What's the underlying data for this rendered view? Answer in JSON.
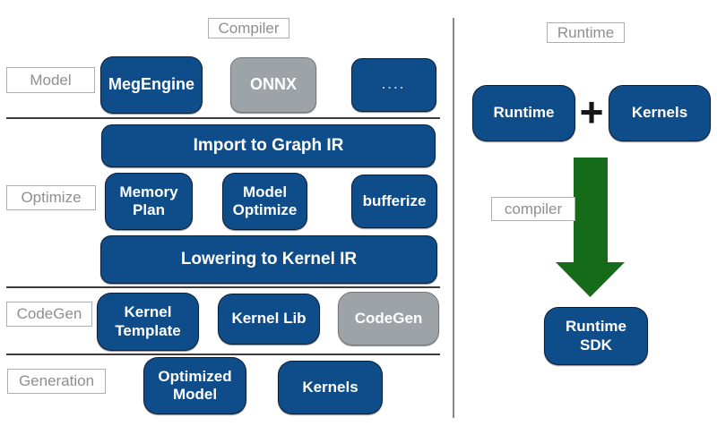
{
  "colors": {
    "box_blue": "#0f4d8a",
    "box_gray": "#9ea3a8",
    "box_text": "#ffffff",
    "label_text": "#8f8f8f",
    "label_border": "#aeaeae",
    "separator": "#3c3c3c",
    "divider": "#8a8a8a",
    "arrow_green": "#156b19",
    "plus_color": "#161616",
    "dots_color": "#c3cbd6"
  },
  "compiler_panel": {
    "title": "Compiler",
    "row_labels": {
      "model": "Model",
      "optimize": "Optimize",
      "codegen": "CodeGen",
      "generation": "Generation"
    },
    "boxes": {
      "megengine": "MegEngine",
      "onnx": "ONNX",
      "more": "....",
      "import_graph_ir": "Import to Graph IR",
      "memory_plan": "Memory Plan",
      "model_optimize": "Model Optimize",
      "bufferize": "bufferize",
      "lowering_kernel_ir": "Lowering to Kernel IR",
      "kernel_template": "Kernel Template",
      "kernel_lib": "Kernel Lib",
      "codegen": "CodeGen",
      "optimized_model": "Optimized Model",
      "kernels": "Kernels"
    }
  },
  "runtime_panel": {
    "title": "Runtime",
    "boxes": {
      "runtime": "Runtime",
      "kernels": "Kernels",
      "runtime_sdk": "Runtime SDK"
    },
    "plus": "+",
    "arrow_label": "compiler"
  }
}
